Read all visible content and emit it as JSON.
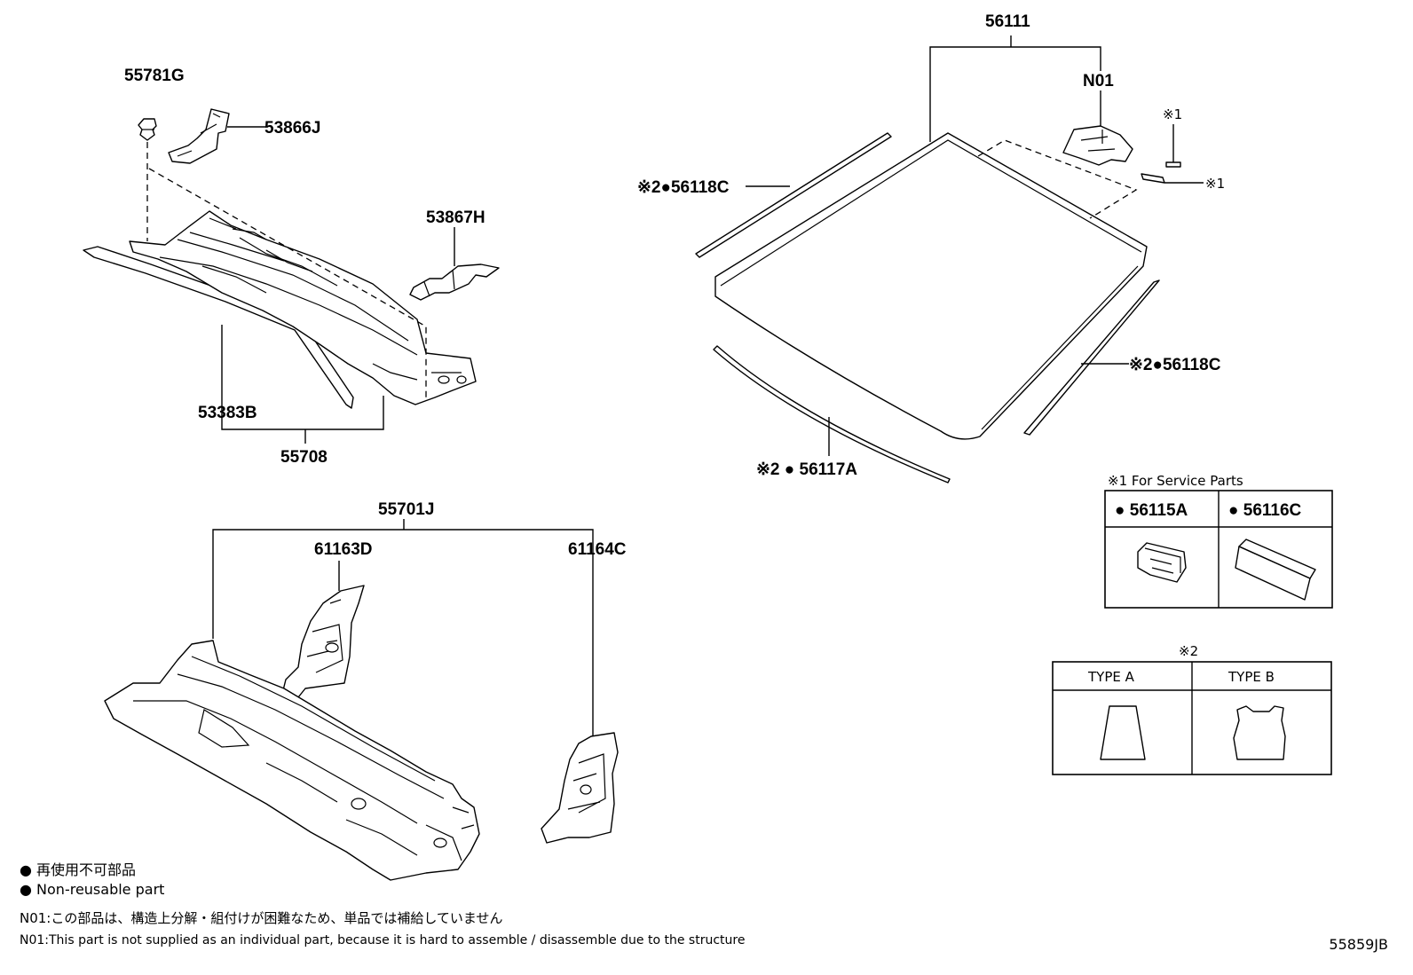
{
  "parts": {
    "p55781G": "55781G",
    "p53866J": "53866J",
    "p53867H": "53867H",
    "p53383B": "53383B",
    "p55708": "55708",
    "p55701J": "55701J",
    "p61163D": "61163D",
    "p61164C": "61164C",
    "p56111": "56111",
    "pN01": "N01",
    "ref1a": "※1",
    "ref1b": "※1",
    "p56118C_left": "※2●56118C",
    "p56118C_right": "※2●56118C",
    "p56117A": "※2 ● 56117A"
  },
  "service_table": {
    "title": "※1 For Service Parts",
    "col1": "● 56115A",
    "col2": "● 56116C"
  },
  "type_table": {
    "title": "※2",
    "col1": "TYPE A",
    "col2": "TYPE B"
  },
  "legend": {
    "line1": "● 再使用不可部品",
    "line2": "● Non-reusable part",
    "line3": "N01:この部品は、構造上分解・組付けが困難なため、単品では補給していません",
    "line4": "N01:This part is not supplied as an individual part, because it is hard to assemble / disassemble due to the structure"
  },
  "doc_id": "55859JB"
}
